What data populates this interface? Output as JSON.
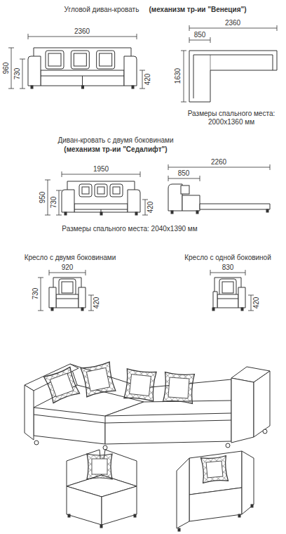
{
  "diagram": {
    "labels": [
      "Угловой диван-кровать",
      "(механизм тр-ии \"Венеция\")",
      "2360",
      "960",
      "730",
      "420",
      "2360",
      "850",
      "1630",
      "Размеры спального места: 2000х1360 мм",
      "Диван-кровать с двумя боковинами",
      "(механизм тр-ии \"Седалифт\")",
      "1950",
      "950",
      "730",
      "420",
      "2260",
      "850",
      "Размеры спального места: 2040х1390 мм",
      "Кресло с двумя боковинами",
      "920",
      "730",
      "420",
      "Кресло с одной боковиной",
      "830",
      "420"
    ]
  }
}
